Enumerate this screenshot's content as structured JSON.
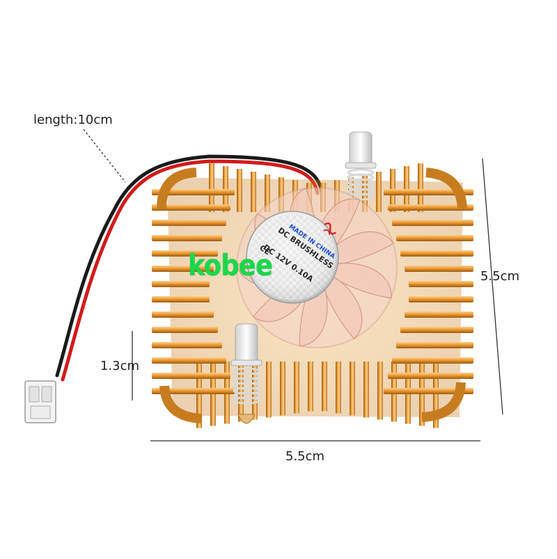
{
  "dimensions": {
    "cable_length": "length:10cm",
    "width": "5.5cm",
    "height": "5.5cm",
    "thickness": "1.3cm"
  },
  "fan_label": {
    "made_in": "MADE IN CHINA",
    "type": "DC BRUSHLESS",
    "rating": "DC 12V 0.10A",
    "ce_mark": "CE"
  },
  "watermark": "kobee",
  "colors": {
    "heatsink": "#e0902a",
    "heatsink_dark": "#a5600f",
    "heatsink_light": "#ffc76a",
    "fan_blade": "#f2c9b8",
    "wire_red": "#d21a1a",
    "wire_black": "#1a1a1a",
    "watermark": "#19d84a"
  }
}
